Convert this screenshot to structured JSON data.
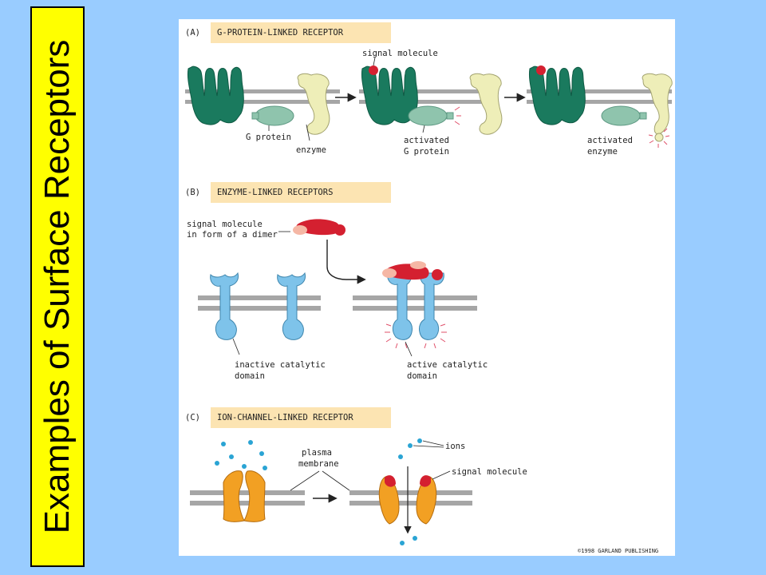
{
  "slide": {
    "title": "Examples of Surface Receptors"
  },
  "colors": {
    "background": "#99ccff",
    "title_box": "#ffff00",
    "membrane": "#a6a6a6",
    "g_receptor": "#1a7a5e",
    "g_protein": "#8fc4ad",
    "enzyme": "#eeeeb8",
    "enzyme_linked_receptor": "#7ec3ea",
    "ion_channel": "#f2a023",
    "signal_molecule": "#d42030",
    "signal_dimer_light": "#f5b7a5",
    "ions": "#2aa4d4",
    "header_band": "#fce4b2"
  },
  "panel_a": {
    "letter": "(A)",
    "header": "G-PROTEIN-LINKED RECEPTOR",
    "signal_molecule": "signal molecule",
    "g_protein": "G protein",
    "enzyme": "enzyme",
    "activated_g_protein_1": "activated",
    "activated_g_protein_2": "G protein",
    "activated_enzyme_1": "activated",
    "activated_enzyme_2": "enzyme"
  },
  "panel_b": {
    "letter": "(B)",
    "header": "ENZYME-LINKED RECEPTORS",
    "signal_dimer_1": "signal molecule",
    "signal_dimer_2": "in form of a dimer",
    "inactive_1": "inactive catalytic",
    "inactive_2": "domain",
    "active_1": "active catalytic",
    "active_2": "domain"
  },
  "panel_c": {
    "letter": "(C)",
    "header": "ION-CHANNEL-LINKED RECEPTOR",
    "plasma_1": "plasma",
    "plasma_2": "membrane",
    "ions": "ions",
    "signal_molecule": "signal molecule"
  },
  "copyright": "©1998 GARLAND PUBLISHING"
}
